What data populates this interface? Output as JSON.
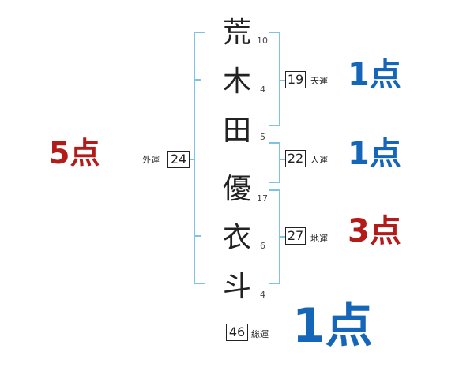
{
  "name_chars": [
    {
      "char": "荒",
      "strokes": "10"
    },
    {
      "char": "木",
      "strokes": "4"
    },
    {
      "char": "田",
      "strokes": "5"
    },
    {
      "char": "優",
      "strokes": "17"
    },
    {
      "char": "衣",
      "strokes": "6"
    },
    {
      "char": "斗",
      "strokes": "4"
    }
  ],
  "fortunes": {
    "gaiun": {
      "label": "外運",
      "value": "24",
      "score": "5点"
    },
    "tenun": {
      "label": "天運",
      "value": "19",
      "score": "1点"
    },
    "jinun": {
      "label": "人運",
      "value": "22",
      "score": "1点"
    },
    "chiun": {
      "label": "地運",
      "value": "27",
      "score": "3点"
    },
    "souun": {
      "label": "総運",
      "value": "46",
      "score": "1点"
    }
  },
  "colors": {
    "bracket": "#7ec3e3",
    "good": "#1565b8",
    "bad": "#b31b1b"
  }
}
